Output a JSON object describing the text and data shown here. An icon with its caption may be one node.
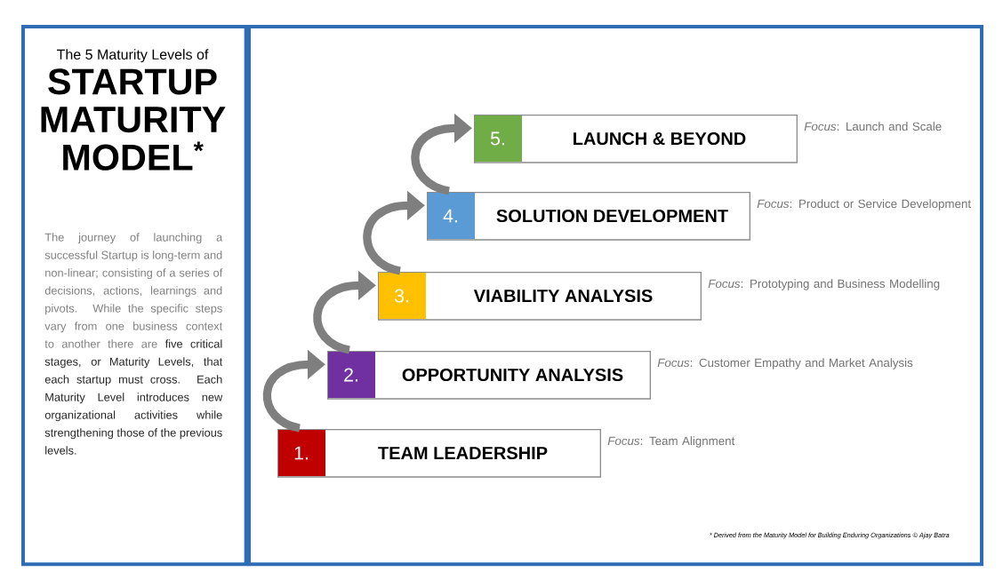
{
  "diagram": {
    "nodes": [
      {
        "text": [
          "The 5 Maturity Levels of",
          "STARTUP MATURITY MODEL$^{*}$",
          "The journey of launching a successful Startup is long-term and non-linear; consisting of a series of decisions, actions, learnings and pivots. While the specific steps vary from one business context to another there are",
          "five critical stages, or Maturity Levels, that each startup must cross. Each Maturity Level introduces new organizational activities while strengthening those of the previous levels."
        ]
      },
      {
        "text": [],
        "shape": "box"
      },
      {
        "text": [
          "1.",
          "TEAM LEADERSHIP"
        ],
        "beside": [
          "*Focus*: Team Alignment"
        ],
        "in": 1
      },
      {
        "text": [
          "2.",
          "OPPORTUNITY ANALYSIS"
        ],
        "beside": [
          "*Focus*: Customer Empathy and Market Analysis"
        ],
        "in": 1
      },
      {
        "text": [
          "3.",
          "VIABILITY ANALYSIS"
        ],
        "beside": [
          "*Focus*: Prototyping and Business Modelling"
        ],
        "in": 1
      },
      {
        "text": [
          "4.",
          "SOLUTION DEVELOPMENT"
        ],
        "beside": [
          "*Focus*: Product or Service Development"
        ],
        "in": 1
      },
      {
        "text": [
          "5.",
          "LAUNCH & BEYOND"
        ],
        "beside": [
          "*Focus*: Launch and Scale"
        ],
        "in": 1
      }
    ],
    "edges": [
      {
        "from": 2,
        "to": 3,
        "arrow": "to"
      },
      {
        "from": 3,
        "to": 4,
        "arrow": "to"
      },
      {
        "from": 4,
        "to": 5,
        "arrow": "to"
      },
      {
        "from": 5,
        "to": 6,
        "arrow": "to"
      }
    ],
    "labels": [
      "* Derived from the Maturity Model for Building Enduring Organizations © Ajay Batra"
    ]
  }
}
